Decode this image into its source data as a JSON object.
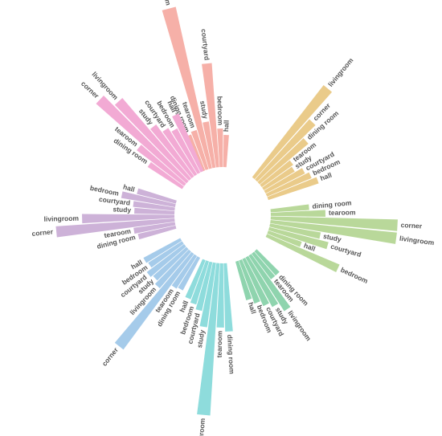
{
  "chart_data": {
    "type": "bar",
    "layout": "radial-grouped",
    "inner_radius": 60,
    "grid": false,
    "legend": "none",
    "groups": [
      {
        "color": "#f6b0a8",
        "bars": [
          {
            "label": "dining room",
            "value": 48
          },
          {
            "label": "tearoom",
            "value": 51
          },
          {
            "label": "livingroom",
            "value": 206
          },
          {
            "label": "study",
            "value": 58
          },
          {
            "label": "courtyard",
            "value": 130
          },
          {
            "label": "bedroom",
            "value": 48
          },
          {
            "label": "hall",
            "value": 40
          }
        ]
      },
      {
        "color": "#eacb8a",
        "bars": [
          {
            "label": "livingroom",
            "value": 145
          },
          {
            "label": "corner",
            "value": 101
          },
          {
            "label": "dining room",
            "value": 79
          },
          {
            "label": "tearoom",
            "value": 48
          },
          {
            "label": "study",
            "value": 45
          },
          {
            "label": "courtyard",
            "value": 55
          },
          {
            "label": "bedroom",
            "value": 60
          },
          {
            "label": "hall",
            "value": 66
          }
        ]
      },
      {
        "color": "#b9d89a",
        "bars": [
          {
            "label": "dining room",
            "value": 48
          },
          {
            "label": "tearoom",
            "value": 68
          },
          {
            "label": "corner",
            "value": 158
          },
          {
            "label": "livingroom",
            "value": 158
          },
          {
            "label": "study",
            "value": 64
          },
          {
            "label": "courtyard",
            "value": 76
          },
          {
            "label": "hall",
            "value": 44
          },
          {
            "label": "bedroom",
            "value": 98
          }
        ]
      },
      {
        "color": "#8fd4ae",
        "bars": [
          {
            "label": "dining room",
            "value": 40
          },
          {
            "label": "tearoom",
            "value": 40
          },
          {
            "label": "livingroom",
            "value": 82
          },
          {
            "label": "study",
            "value": 70
          },
          {
            "label": "courtyard",
            "value": 64
          },
          {
            "label": "bedroom",
            "value": 57
          },
          {
            "label": "hall",
            "value": 50
          }
        ]
      },
      {
        "color": "#8edcdc",
        "bars": [
          {
            "label": "dining room",
            "value": 85
          },
          {
            "label": "tearoom",
            "value": 80
          },
          {
            "label": "livingroom",
            "value": 190
          },
          {
            "label": "study",
            "value": 81
          },
          {
            "label": "courtyard",
            "value": 62
          },
          {
            "label": "bedroom",
            "value": 56
          },
          {
            "label": "hall",
            "value": 52
          }
        ]
      },
      {
        "color": "#a5cbea",
        "bars": [
          {
            "label": "dining room",
            "value": 46
          },
          {
            "label": "tearoom",
            "value": 48
          },
          {
            "label": "corner",
            "value": 148
          },
          {
            "label": "livingroom",
            "value": 60
          },
          {
            "label": "study",
            "value": 55
          },
          {
            "label": "courtyard",
            "value": 58
          },
          {
            "label": "bedroom",
            "value": 50
          },
          {
            "label": "hall",
            "value": 52
          }
        ]
      },
      {
        "color": "#cdb2d8",
        "bars": [
          {
            "label": "dining room",
            "value": 48
          },
          {
            "label": "tearoom",
            "value": 52
          },
          {
            "label": "corner",
            "value": 148
          },
          {
            "label": "livingroom",
            "value": 115
          },
          {
            "label": "study",
            "value": 50
          },
          {
            "label": "courtyard",
            "value": 52
          },
          {
            "label": "bedroom",
            "value": 68
          },
          {
            "label": "hall",
            "value": 50
          }
        ]
      },
      {
        "color": "#f2aad4",
        "bars": [
          {
            "label": "dining room",
            "value": 51
          },
          {
            "label": "tearoom",
            "value": 74
          },
          {
            "label": "corner",
            "value": 150
          },
          {
            "label": "livingroom",
            "value": 132
          },
          {
            "label": "study",
            "value": 80
          },
          {
            "label": "courtyard",
            "value": 68
          },
          {
            "label": "bedroom",
            "value": 62
          },
          {
            "label": "hall",
            "value": 78
          }
        ]
      }
    ]
  }
}
